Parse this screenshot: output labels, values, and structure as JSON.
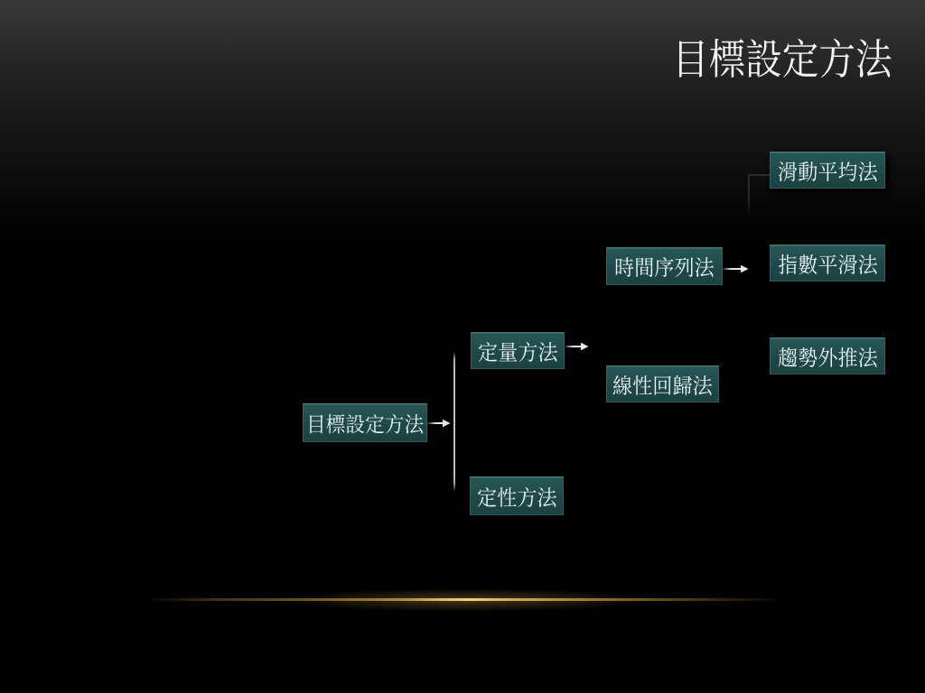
{
  "slide": {
    "title": "目標設定方法",
    "colors": {
      "background_top": "#363636",
      "background_bottom": "#000000",
      "node_fill": "#24514f",
      "node_border": "#3c7170",
      "node_text": "#edf5f3",
      "title_text": "#f5f5f5",
      "connector_white": "#e9e9e9",
      "connector_dark": "#303232",
      "accent_gold": "#dcb761"
    }
  },
  "diagram": {
    "tree": {
      "label": "目標設定方法",
      "children": [
        {
          "label": "定量方法",
          "children": [
            {
              "label": "時間序列法",
              "children": [
                {
                  "label": "滑動平均法"
                },
                {
                  "label": "指數平滑法"
                },
                {
                  "label": "趨勢外推法"
                }
              ]
            },
            {
              "label": "線性回歸法"
            }
          ]
        },
        {
          "label": "定性方法"
        }
      ]
    }
  }
}
